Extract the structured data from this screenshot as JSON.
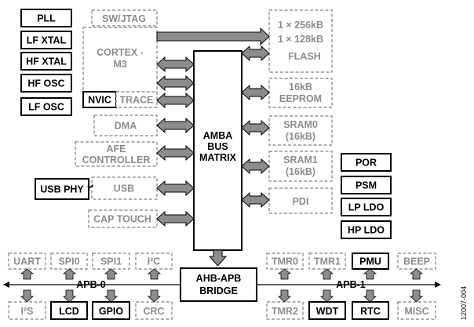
{
  "colors": {
    "gray_fill": "#8c8c8c",
    "dash_stroke": "#7f7f7f",
    "black": "#000000"
  },
  "left_column": {
    "pll": "PLL",
    "lf_xtal": "LF XTAL",
    "hf_xtal": "HF XTAL",
    "hf_osc": "HF OSC",
    "lf_osc": "LF OSC"
  },
  "core": {
    "sw_jtag": "SW/JTAG",
    "cortex_line1": "CORTEX -",
    "cortex_line2": "M3",
    "nvic": "NVIC",
    "trace": "TRACE",
    "dma": "DMA",
    "afe_line1": "AFE",
    "afe_line2": "CONTROLLER",
    "usb_phy": "USB PHY",
    "usb": "USB",
    "cap_touch": "CAP TOUCH"
  },
  "matrix": {
    "line1": "AMBA",
    "line2": "BUS",
    "line3": "MATRIX"
  },
  "memory": {
    "flash_line1": "1 × 256kB",
    "flash_line2": "1 × 128kB",
    "flash_line3": "FLASH",
    "eeprom_line1": "16kB",
    "eeprom_line2": "EEPROM",
    "sram0_line1": "SRAM0",
    "sram0_line2": "(16kB)",
    "sram1_line1": "SRAM1",
    "sram1_line2": "(16kB)",
    "pdi": "PDI"
  },
  "power": {
    "por": "POR",
    "psm": "PSM",
    "lp_ldo": "LP LDO",
    "hp_ldo": "HP LDO"
  },
  "bridge": {
    "line1": "AHB-APB",
    "line2": "BRIDGE"
  },
  "apb0": {
    "label": "APB-0",
    "top": [
      "UART",
      "SPI0",
      "SPI1",
      "I²C"
    ],
    "bottom_i2s": "I²S",
    "bottom_lcd": "LCD",
    "bottom_gpio": "GPIO",
    "bottom_crc": "CRC"
  },
  "apb1": {
    "label": "APB-1",
    "top_tmr0": "TMR0",
    "top_tmr1": "TMR1",
    "top_pmu": "PMU",
    "top_beep": "BEEP",
    "bottom_tmr2": "TMR2",
    "bottom_wdt": "WDT",
    "bottom_rtc": "RTC",
    "bottom_misc": "MISC"
  },
  "figure_id": "12007-004"
}
